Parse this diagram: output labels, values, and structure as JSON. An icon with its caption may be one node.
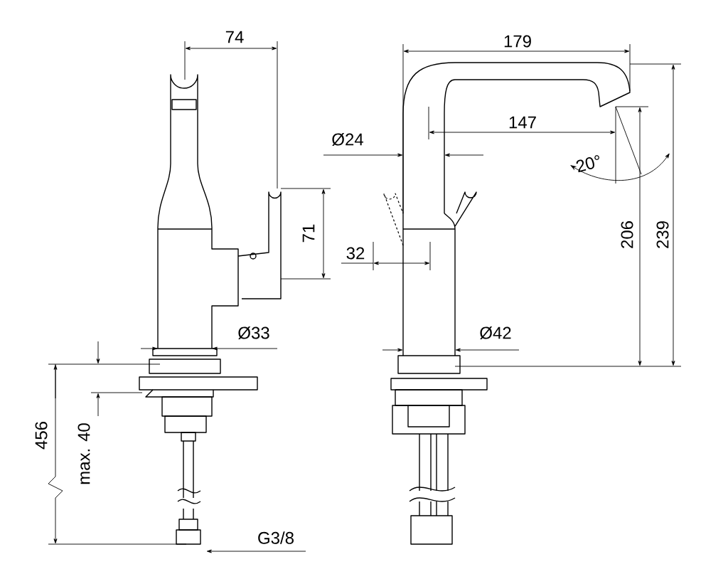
{
  "diagram": {
    "labels": [
      "74",
      "179",
      "147",
      "Ø24",
      "20°",
      "71",
      "32",
      "206",
      "239",
      "Ø33",
      "Ø42",
      "456",
      "max. 40",
      "G3/8"
    ]
  }
}
